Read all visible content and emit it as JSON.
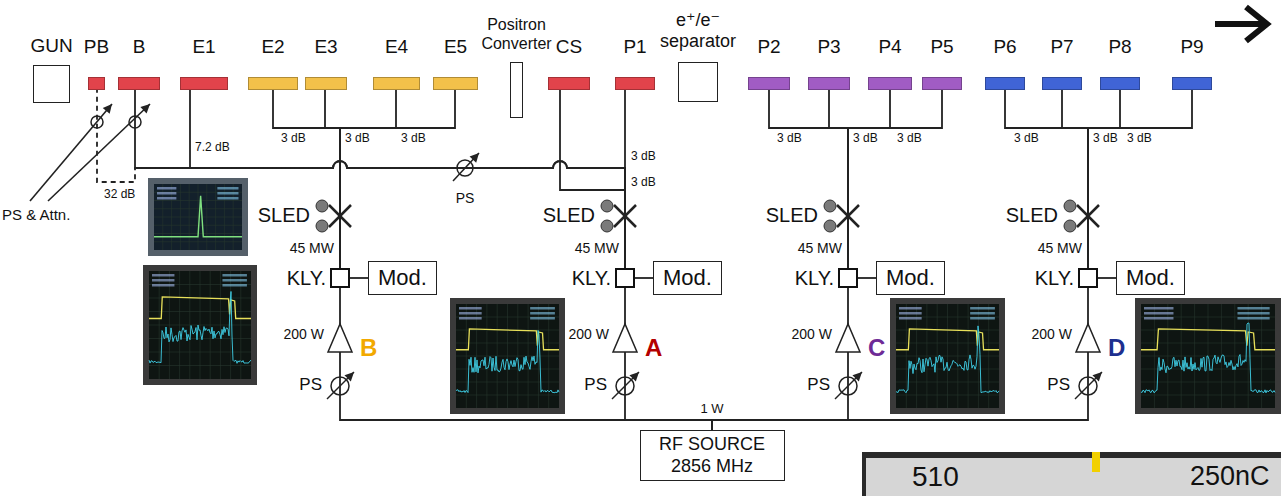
{
  "diagram": {
    "nodes": [
      {
        "text": [
          "GUN"
        ]
      },
      {
        "text": [
          "PB"
        ]
      },
      {
        "text": [
          "B"
        ]
      },
      {
        "text": [
          "E1"
        ]
      },
      {
        "text": [
          "E2"
        ]
      },
      {
        "text": [
          "E3"
        ]
      },
      {
        "text": [
          "E4"
        ]
      },
      {
        "text": [
          "E5"
        ]
      },
      {
        "text": [
          "Positron Converter"
        ]
      },
      {
        "text": [
          "CS"
        ]
      },
      {
        "text": [
          "P1"
        ]
      },
      {
        "text": [
          "e⁺/e⁻ separator"
        ]
      },
      {
        "text": [
          "P2"
        ]
      },
      {
        "text": [
          "P3"
        ]
      },
      {
        "text": [
          "P4"
        ]
      },
      {
        "text": [
          "P5"
        ]
      },
      {
        "text": [
          "P6"
        ]
      },
      {
        "text": [
          "P7"
        ]
      },
      {
        "text": [
          "P8"
        ]
      },
      {
        "text": [
          "P9"
        ]
      },
      {
        "text": [
          "KLY."
        ]
      },
      {
        "text": [
          "Mod."
        ]
      },
      {
        "text": [
          "KLY."
        ]
      },
      {
        "text": [
          "Mod."
        ]
      },
      {
        "text": [
          "KLY."
        ]
      },
      {
        "text": [
          "Mod."
        ]
      },
      {
        "text": [
          "KLY."
        ]
      },
      {
        "text": [
          "Mod."
        ]
      },
      {
        "text": [
          "RF SOURCE 2856 MHz"
        ]
      }
    ],
    "edges": [
      {
        "from": 20,
        "to": 4,
        "arrow": "none"
      },
      {
        "from": 20,
        "to": 5,
        "arrow": "none"
      },
      {
        "from": 20,
        "to": 6,
        "arrow": "none"
      },
      {
        "from": 20,
        "to": 7,
        "arrow": "none"
      },
      {
        "from": 22,
        "to": 10,
        "arrow": "none"
      },
      {
        "from": 22,
        "to": 9,
        "arrow": "none"
      },
      {
        "from": 22,
        "to": 3,
        "arrow": "none"
      },
      {
        "from": 22,
        "to": 2,
        "arrow": "none"
      },
      {
        "from": 22,
        "to": 1,
        "arrow": "none"
      },
      {
        "from": 24,
        "to": 12,
        "arrow": "none"
      },
      {
        "from": 24,
        "to": 13,
        "arrow": "none"
      },
      {
        "from": 24,
        "to": 14,
        "arrow": "none"
      },
      {
        "from": 24,
        "to": 15,
        "arrow": "none"
      },
      {
        "from": 26,
        "to": 16,
        "arrow": "none"
      },
      {
        "from": 26,
        "to": 17,
        "arrow": "none"
      },
      {
        "from": 26,
        "to": 18,
        "arrow": "none"
      },
      {
        "from": 26,
        "to": 19,
        "arrow": "none"
      },
      {
        "from": 20,
        "to": 21,
        "arrow": "none"
      },
      {
        "from": 22,
        "to": 23,
        "arrow": "none"
      },
      {
        "from": 24,
        "to": 25,
        "arrow": "none"
      },
      {
        "from": 26,
        "to": 27,
        "arrow": "none"
      },
      {
        "from": 28,
        "to": 20,
        "arrow": "none"
      },
      {
        "from": 28,
        "to": 22,
        "arrow": "none"
      },
      {
        "from": 28,
        "to": 24,
        "arrow": "none"
      },
      {
        "from": 28,
        "to": 26,
        "arrow": "none"
      }
    ],
    "labels": [
      "PS & Attn.",
      "32 dB",
      "7.2 dB",
      "3 dB",
      "3 dB",
      "3 dB",
      "PS",
      "3 dB",
      "3 dB",
      "3 dB",
      "3 dB",
      "3 dB",
      "3 dB",
      "3 dB",
      "3 dB",
      "SLED",
      "SLED",
      "SLED",
      "SLED",
      "45 MW",
      "45 MW",
      "45 MW",
      "45 MW",
      "200 W",
      "200 W",
      "200 W",
      "200 W",
      "B",
      "A",
      "C",
      "D",
      "PS",
      "PS",
      "PS",
      "PS",
      "1 W",
      "510",
      "250nC"
    ]
  }
}
